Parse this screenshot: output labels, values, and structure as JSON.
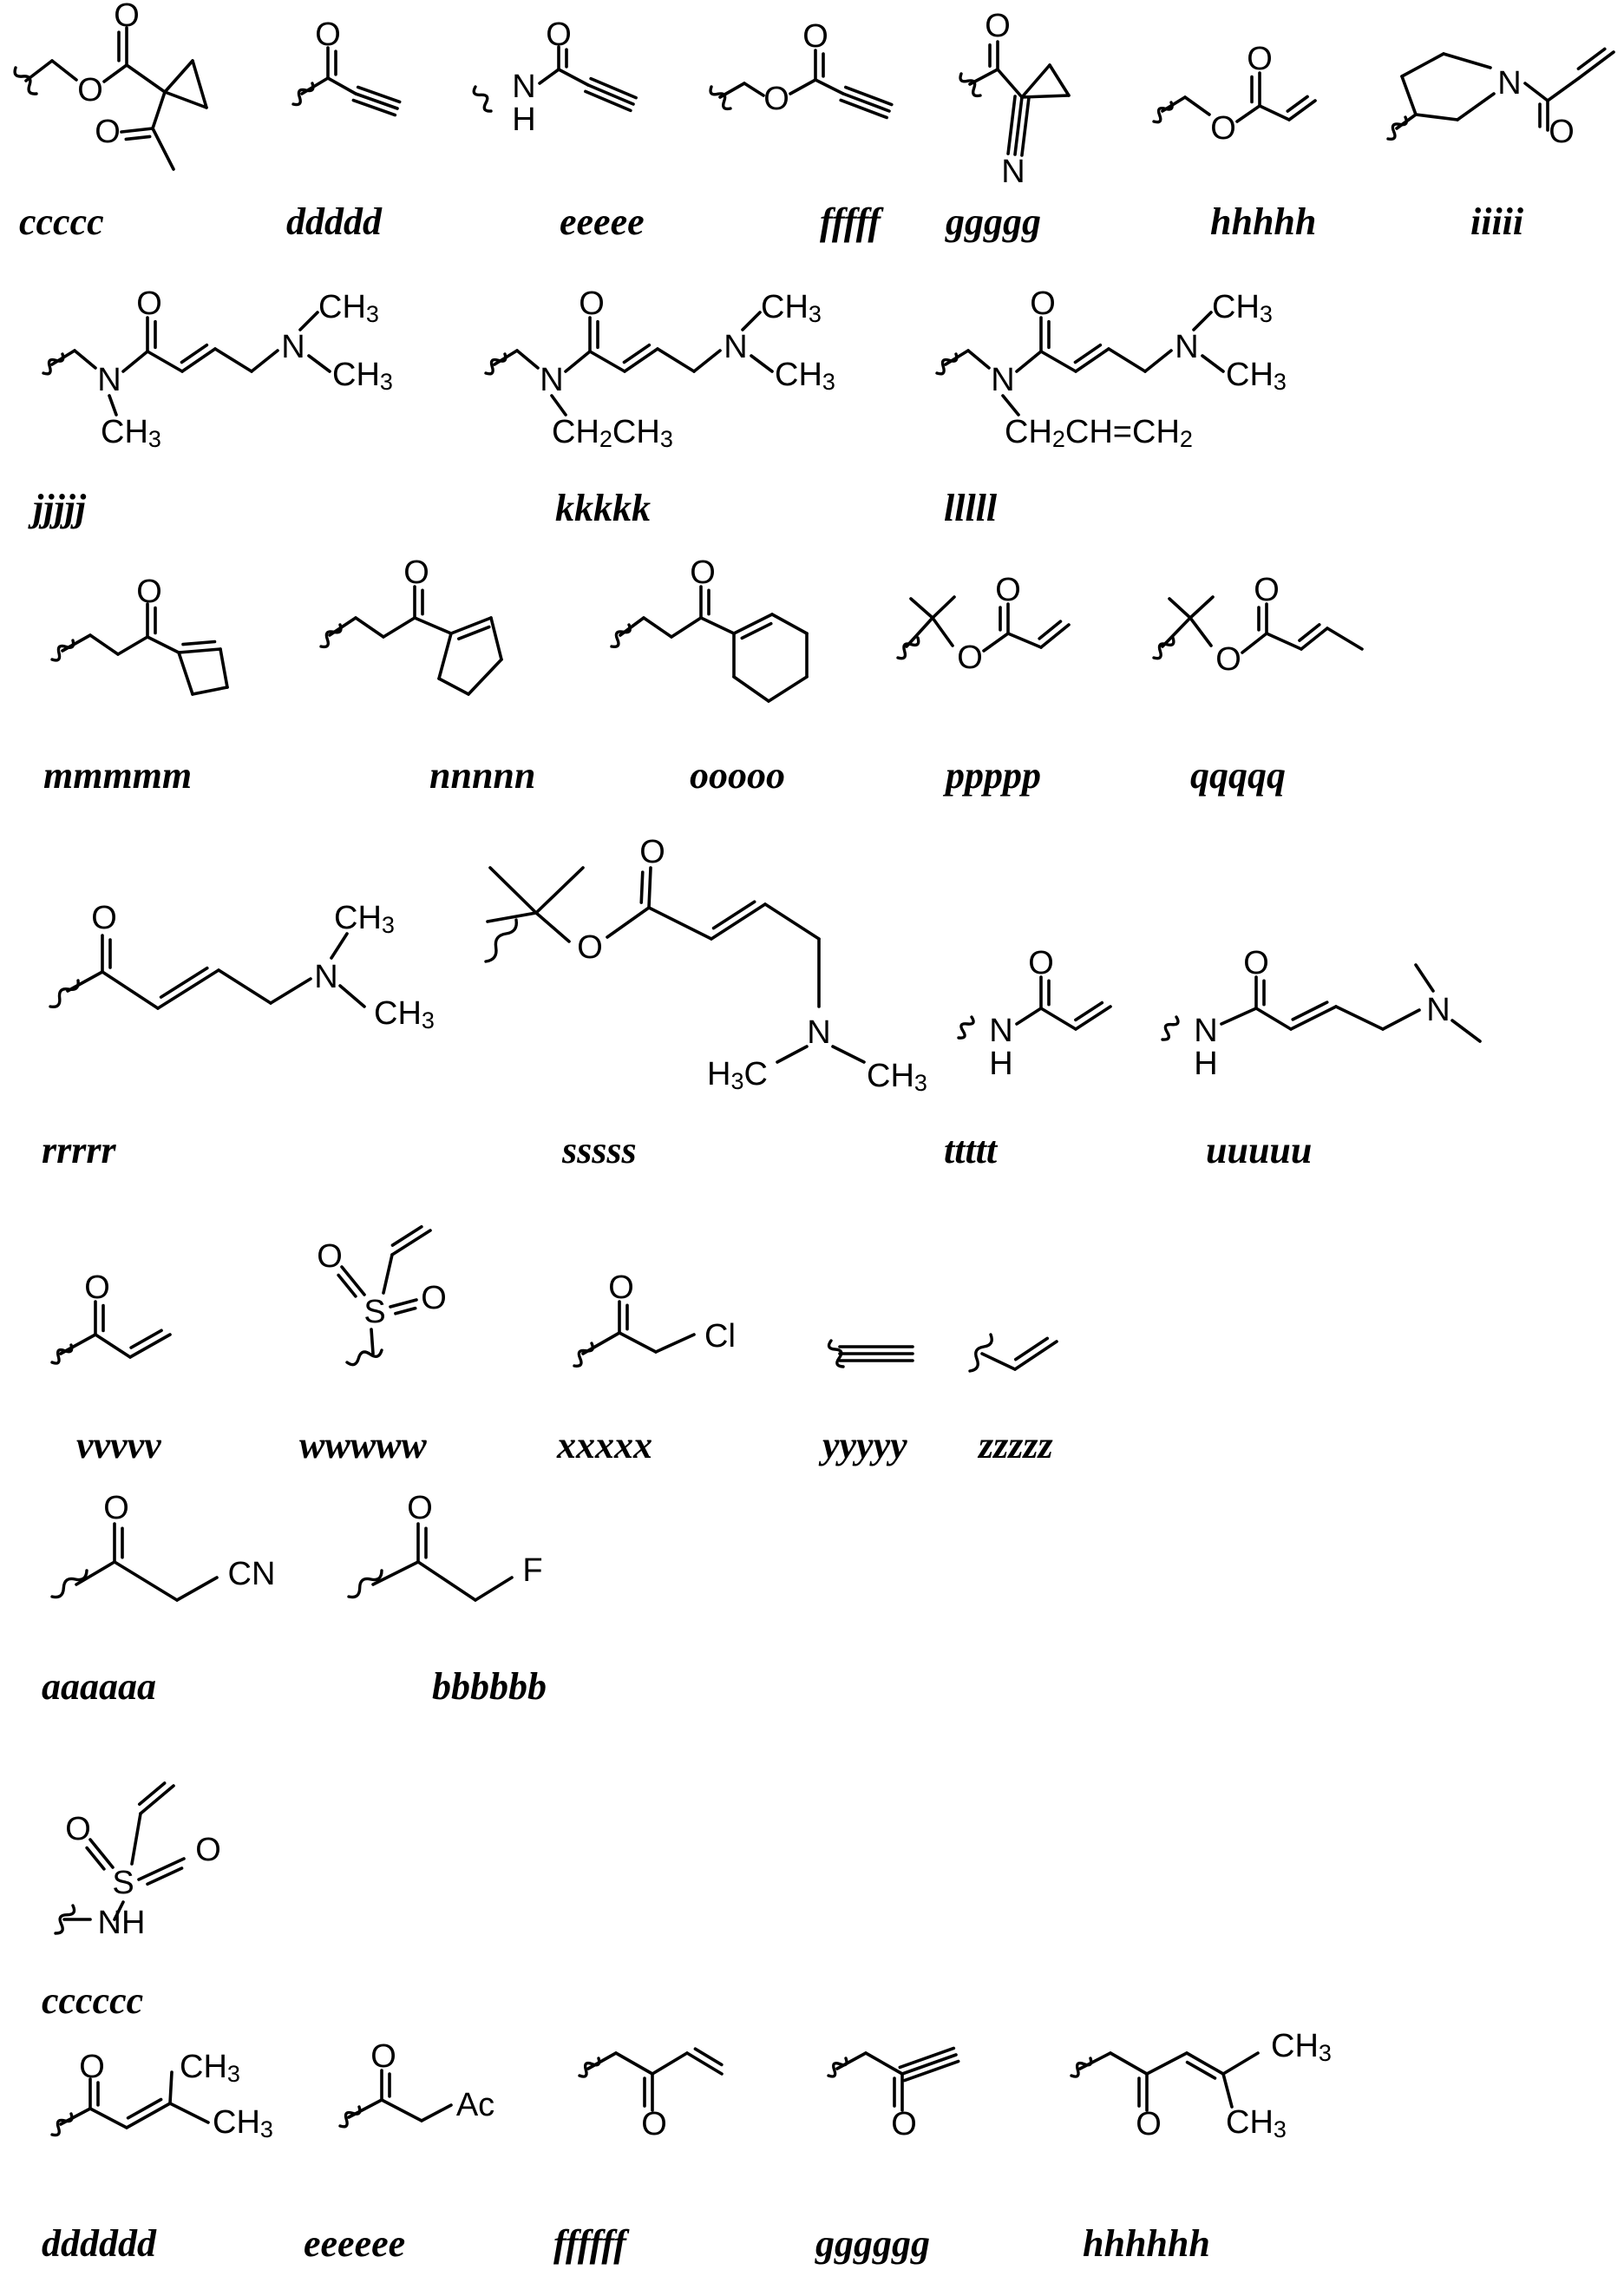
{
  "structures": [
    {
      "label": "ccccc",
      "atoms": [
        "O",
        "O",
        "O"
      ]
    },
    {
      "label": "ddddd",
      "atoms": [
        "O"
      ]
    },
    {
      "label": "eeeee",
      "atoms": [
        "O",
        "N",
        "H"
      ]
    },
    {
      "label": "fffff",
      "atoms": [
        "O",
        "O"
      ]
    },
    {
      "label": "ggggg",
      "atoms": [
        "O",
        "N"
      ]
    },
    {
      "label": "hhhhh",
      "atoms": [
        "O",
        "O"
      ]
    },
    {
      "label": "iiiii",
      "atoms": [
        "N",
        "O"
      ]
    },
    {
      "label": "jjjjj",
      "atoms": [
        "O",
        "N",
        "CH3",
        "N",
        "CH3",
        "CH3"
      ]
    },
    {
      "label": "kkkkk",
      "atoms": [
        "O",
        "N",
        "CH2CH3",
        "N",
        "CH3",
        "CH3"
      ]
    },
    {
      "label": "lllll",
      "atoms": [
        "O",
        "N",
        "CH2CH=CH2",
        "N",
        "CH3",
        "CH3"
      ]
    },
    {
      "label": "mmmmm",
      "atoms": [
        "O"
      ]
    },
    {
      "label": "nnnnn",
      "atoms": [
        "O"
      ]
    },
    {
      "label": "ooooo",
      "atoms": [
        "O"
      ]
    },
    {
      "label": "ppppp",
      "atoms": [
        "O",
        "O"
      ]
    },
    {
      "label": "qqqqq",
      "atoms": [
        "O",
        "O"
      ]
    },
    {
      "label": "rrrrr",
      "atoms": [
        "O",
        "N",
        "CH3",
        "CH3"
      ]
    },
    {
      "label": "sssss",
      "atoms": [
        "O",
        "O",
        "N",
        "H3C",
        "CH3"
      ]
    },
    {
      "label": "ttttt",
      "atoms": [
        "O",
        "N",
        "H"
      ]
    },
    {
      "label": "uuuuu",
      "atoms": [
        "O",
        "N",
        "H",
        "N"
      ]
    },
    {
      "label": "vvvvv",
      "atoms": [
        "O"
      ]
    },
    {
      "label": "wwwww",
      "atoms": [
        "O",
        "S",
        "O"
      ]
    },
    {
      "label": "xxxxx",
      "atoms": [
        "O",
        "Cl"
      ]
    },
    {
      "label": "yyyyy",
      "atoms": []
    },
    {
      "label": "zzzzz",
      "atoms": []
    },
    {
      "label": "aaaaaa",
      "atoms": [
        "O",
        "CN"
      ]
    },
    {
      "label": "bbbbbb",
      "atoms": [
        "O",
        "F"
      ]
    },
    {
      "label": "cccccc",
      "atoms": [
        "O",
        "S",
        "O",
        "NH"
      ]
    },
    {
      "label": "dddddd",
      "atoms": [
        "O",
        "CH3",
        "CH3"
      ]
    },
    {
      "label": "eeeeee",
      "atoms": [
        "O",
        "Ac"
      ]
    },
    {
      "label": "ffffff",
      "atoms": [
        "O"
      ]
    },
    {
      "label": "gggggg",
      "atoms": [
        "O"
      ]
    },
    {
      "label": "hhhhhh",
      "atoms": [
        "O",
        "CH3",
        "CH3"
      ]
    }
  ]
}
